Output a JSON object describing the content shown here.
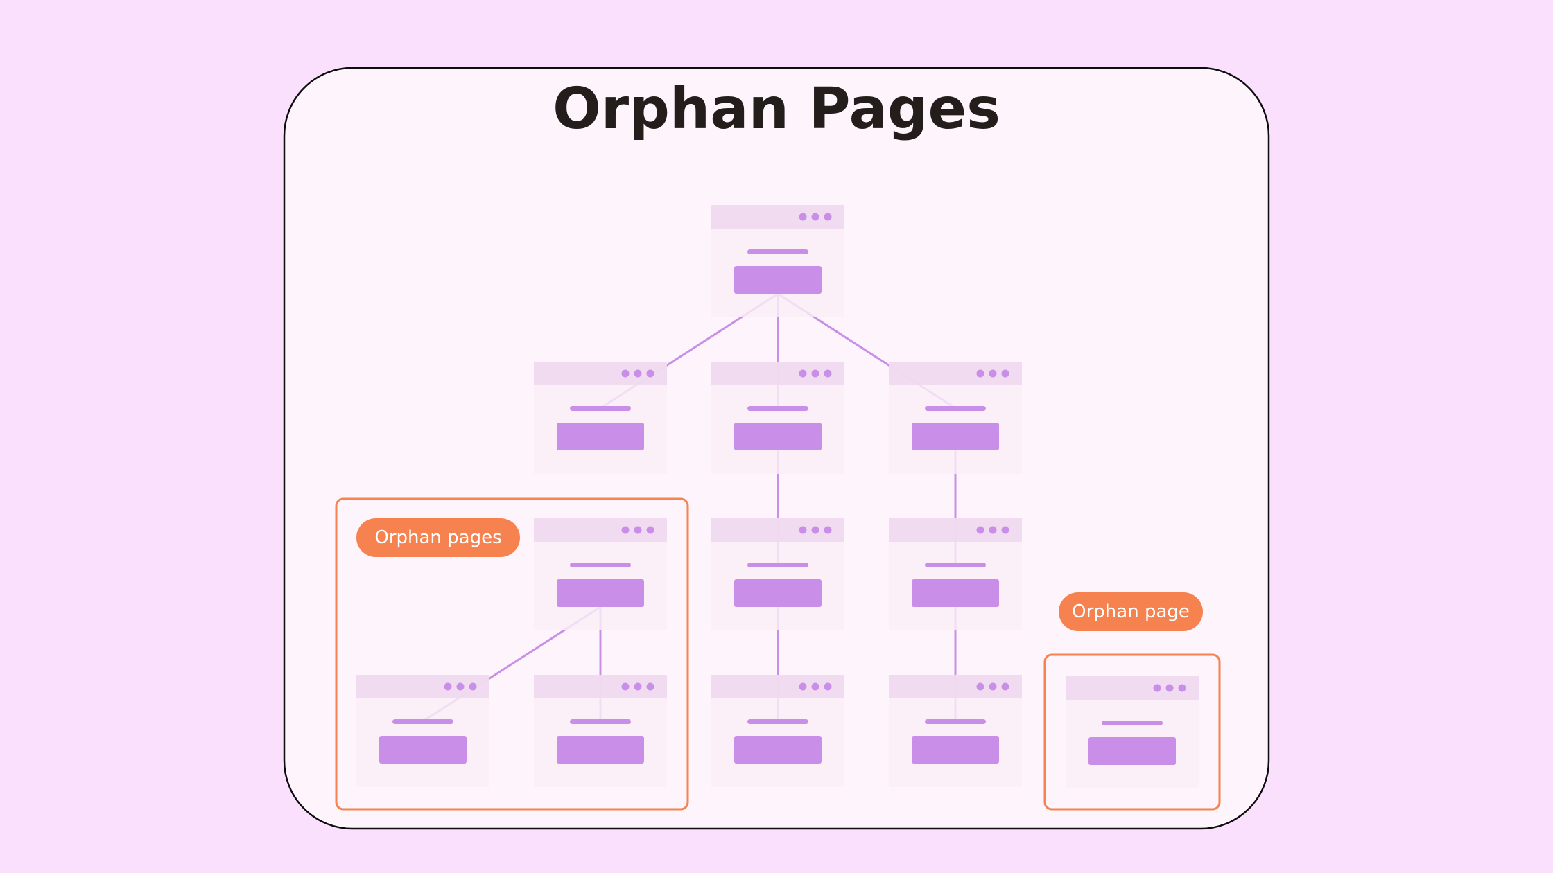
{
  "title": "Orphan Pages",
  "badges": {
    "orphan_pages": "Orphan pages",
    "orphan_page": "Orphan page"
  },
  "colors": {
    "background": "#fbe0fe",
    "panel": "#fef4fb",
    "panel_border": "#0d0d0d",
    "card_body": "#faeef7",
    "card_header": "#efd8ee",
    "accent": "#c98fe8",
    "orphan_orange": "#f5824f",
    "title_text": "#231d1b"
  },
  "pages": [
    {
      "id": "root",
      "group": "linked"
    },
    {
      "id": "l2-left",
      "group": "linked"
    },
    {
      "id": "l2-center",
      "group": "linked"
    },
    {
      "id": "l2-right",
      "group": "linked"
    },
    {
      "id": "l3-center",
      "group": "linked"
    },
    {
      "id": "l3-right",
      "group": "linked"
    },
    {
      "id": "l4-center",
      "group": "linked"
    },
    {
      "id": "l4-right",
      "group": "linked"
    },
    {
      "id": "orphan-parent",
      "group": "orphan-cluster"
    },
    {
      "id": "orphan-child-left",
      "group": "orphan-cluster"
    },
    {
      "id": "orphan-child-right",
      "group": "orphan-cluster"
    },
    {
      "id": "orphan-single",
      "group": "orphan-single"
    }
  ],
  "links": [
    [
      "root",
      "l2-left"
    ],
    [
      "root",
      "l2-center"
    ],
    [
      "root",
      "l2-right"
    ],
    [
      "l2-center",
      "l3-center"
    ],
    [
      "l2-right",
      "l3-right"
    ],
    [
      "l3-center",
      "l4-center"
    ],
    [
      "l3-right",
      "l4-right"
    ],
    [
      "orphan-parent",
      "orphan-child-left"
    ],
    [
      "orphan-parent",
      "orphan-child-right"
    ]
  ]
}
